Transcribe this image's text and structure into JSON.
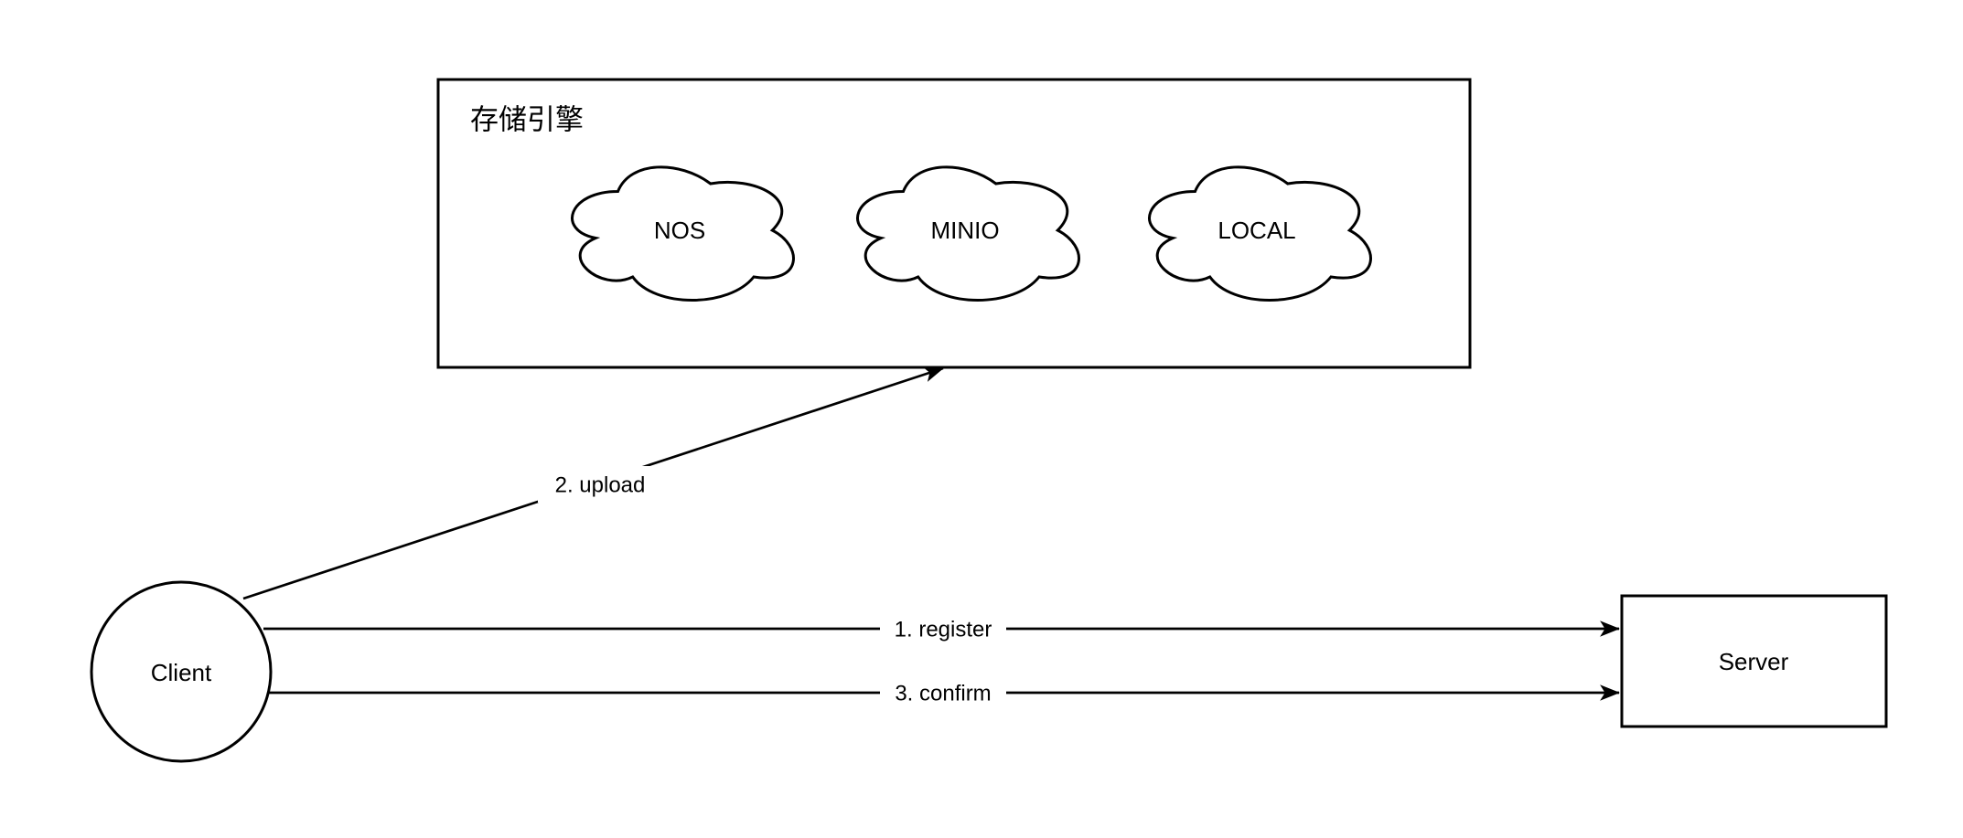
{
  "diagram": {
    "storage_group": {
      "label": "存储引擎",
      "engines": [
        {
          "label": "NOS"
        },
        {
          "label": "MINIO"
        },
        {
          "label": "LOCAL"
        }
      ]
    },
    "nodes": {
      "client": {
        "label": "Client"
      },
      "server": {
        "label": "Server"
      }
    },
    "edges": [
      {
        "label": "1. register"
      },
      {
        "label": "2. upload"
      },
      {
        "label": "3. confirm"
      }
    ],
    "colors": {
      "stroke": "#000000",
      "shape_fill": "#ffffff",
      "background": "#ffffff"
    }
  }
}
